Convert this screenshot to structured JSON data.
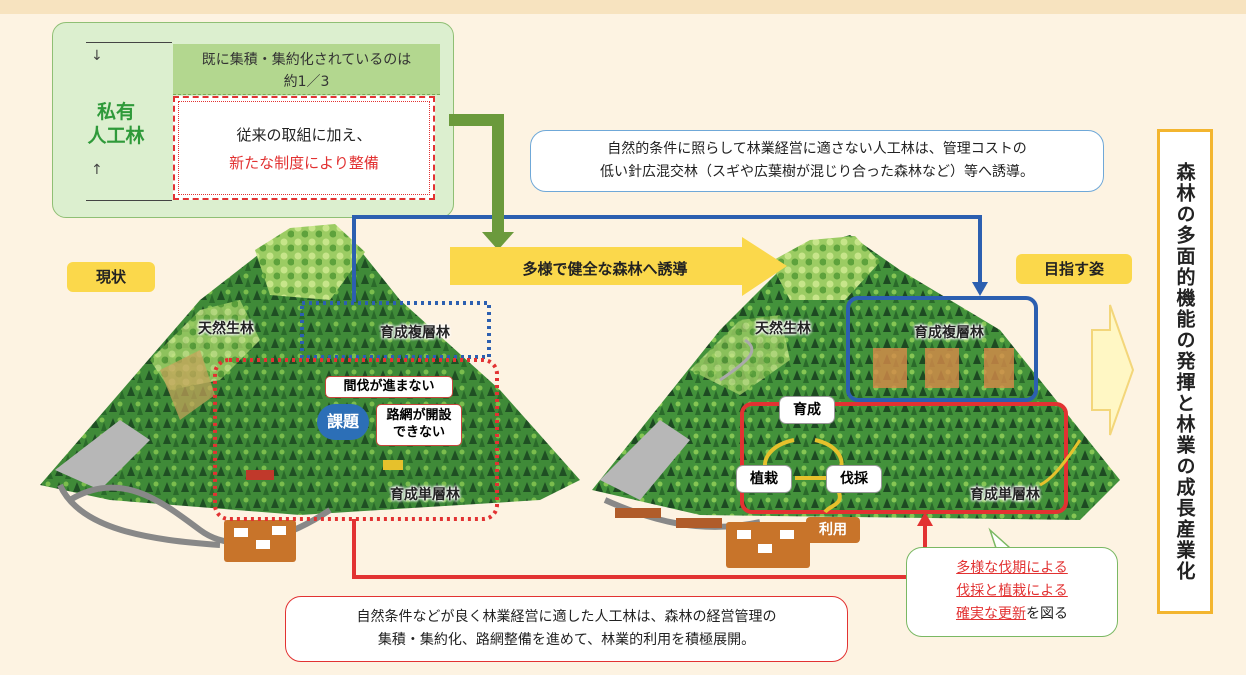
{
  "private_forest": {
    "label_line1": "私有",
    "label_line2": "人工林",
    "aggregated_line1": "既に集積・集約化されているのは",
    "aggregated_line2": "約1／3",
    "measure_line1": "従来の取組に加え、",
    "measure_line2": "新たな制度により整備"
  },
  "callouts": {
    "blue_line1": "自然的条件に照らして林業経営に適さない人工林は、管理コストの",
    "blue_line2": "低い針広混交林（スギや広葉樹が混じり合った森林など）等へ誘導。",
    "red_line1": "自然条件などが良く林業経営に適した人工林は、森林の経営管理の",
    "red_line2": "集積・集約化、路網整備を進めて、林業的利用を積極展開。",
    "green_line1": "多様な伐期による",
    "green_line2": "伐採と植栽による",
    "green_line3_a": "確実な更新",
    "green_line3_b": "を図る"
  },
  "tags": {
    "current": "現状",
    "goal": "目指す姿",
    "guide_arrow": "多様で健全な森林へ誘導"
  },
  "left_map": {
    "natural_forest": "天然生林",
    "multilayer_forest": "育成複層林",
    "single_layer_forest": "育成単層林",
    "issue": "課題",
    "issue_1": "間伐が進まない",
    "issue_2_line1": "路網が開設",
    "issue_2_line2": "できない"
  },
  "right_map": {
    "natural_forest": "天然生林",
    "multilayer_forest": "育成複層林",
    "single_layer_forest": "育成単層林",
    "cycle_grow": "育成",
    "cycle_plant": "植栽",
    "cycle_harvest": "伐採",
    "cycle_use": "利用"
  },
  "outcome": "森林の多面的機能の発揮と林業の成長産業化",
  "colors": {
    "background": "#fdf3e2",
    "green_accent": "#2f9a3a",
    "red_accent": "#e23232",
    "blue_accent": "#2c5fb0",
    "arrow_yellow": "#fbd84b",
    "olive_arrow": "#6b9a3c"
  }
}
